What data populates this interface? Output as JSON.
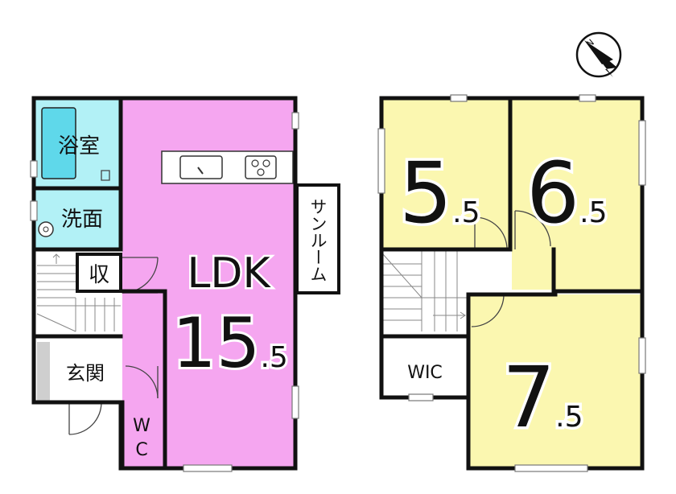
{
  "colors": {
    "ldk": "#f5a6f0",
    "wet": "#b2f1f6",
    "bedroom": "#fbf7b0",
    "wall": "#111111",
    "entrance_floor": "#cfcfcf",
    "bathtub": "#5fd8ea"
  },
  "compass": {
    "label": "N"
  },
  "floor1": {
    "bath": "浴室",
    "washroom": "洗面",
    "storage": "収",
    "ldk": "LDK",
    "ldk_size_int": "15",
    "ldk_size_dec": ".5",
    "sunroom": "サンルーム",
    "entrance": "玄関",
    "wc_top": "W",
    "wc_bottom": "C"
  },
  "floor2": {
    "room1_int": "5",
    "room1_dec": ".5",
    "room2_int": "6",
    "room2_dec": ".5",
    "room3_int": "7",
    "room3_dec": ".5",
    "wic": "WIC"
  }
}
